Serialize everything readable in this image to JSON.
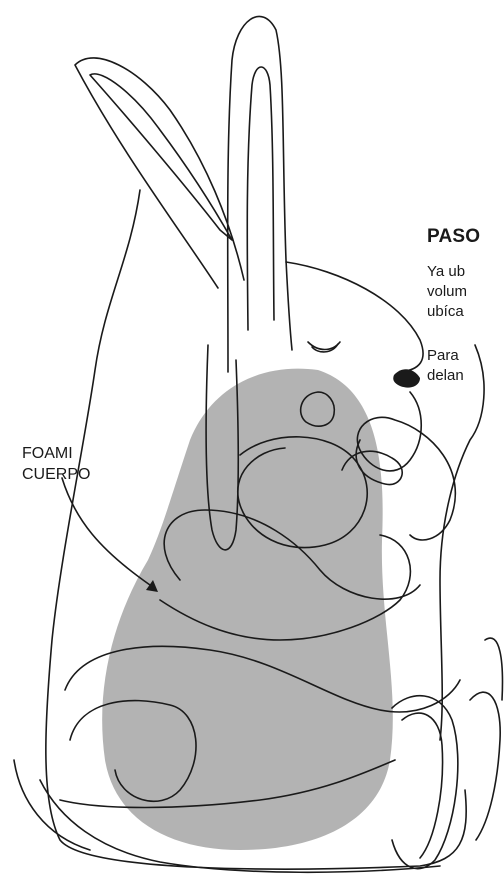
{
  "step": {
    "title": "PASO",
    "paragraph1": [
      "Ya ub",
      "volum",
      "ubíca"
    ],
    "paragraph2": [
      "Para",
      "delan"
    ]
  },
  "callout": {
    "lines": [
      "FOAMI",
      "CUERPO"
    ]
  },
  "colors": {
    "outline": "#1a1a1a",
    "foam_fill": "#b3b3b3",
    "nose": "#1a1a1a",
    "background": "#ffffff"
  }
}
